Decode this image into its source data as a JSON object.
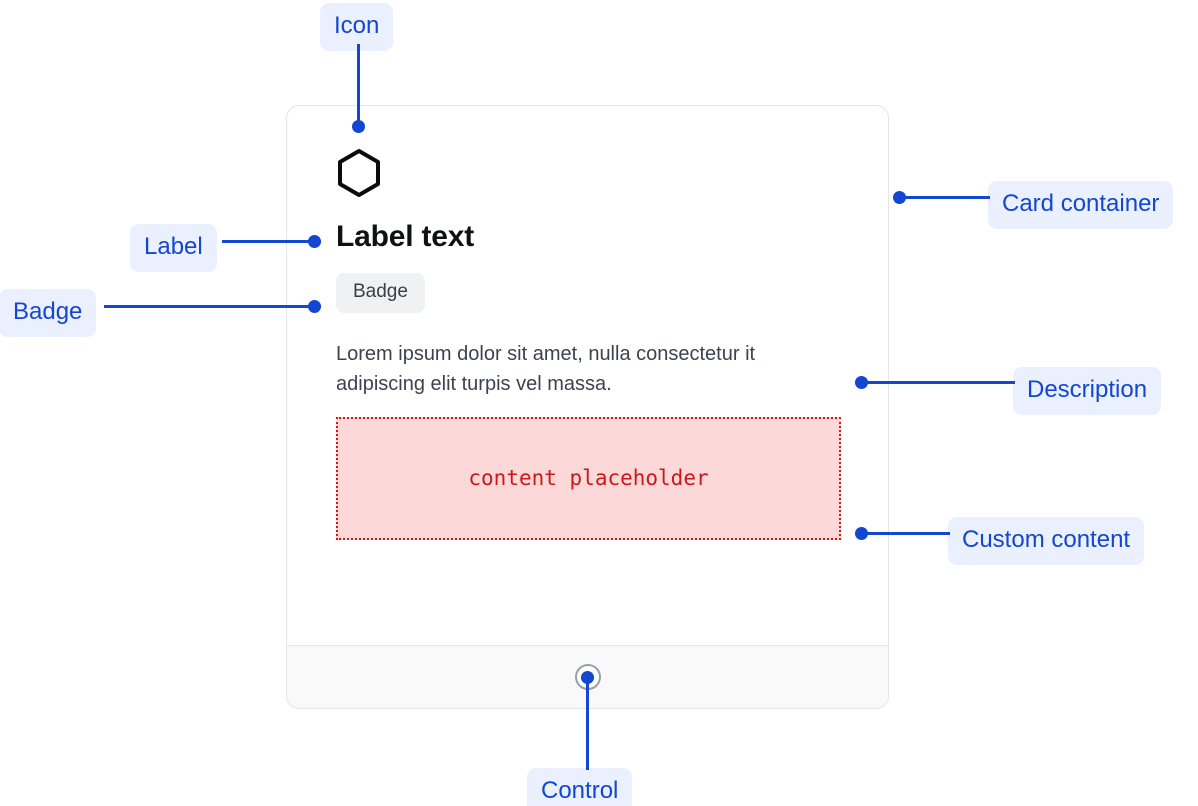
{
  "card": {
    "icon": "hexagon-icon",
    "label": "Label text",
    "badge": "Badge",
    "description": "Lorem ipsum dolor sit amet, nulla consectetur it adipiscing elit turpis vel massa.",
    "custom_content_placeholder": "content placeholder",
    "footer_control": "radio-control"
  },
  "annotations": {
    "icon": "Icon",
    "label": "Label",
    "badge": "Badge",
    "card_container": "Card container",
    "description": "Description",
    "custom_content": "Custom content",
    "control": "Control"
  },
  "colors": {
    "annotation_blue": "#1347d1",
    "annotation_pill_bg": "#eaf0fd",
    "placeholder_border": "#d41717",
    "placeholder_bg": "#fcd8d8",
    "placeholder_text": "#c81a1a",
    "badge_bg": "#f0f1f3",
    "card_border": "#e3e5e8",
    "footer_bg": "#f9f9fa"
  }
}
